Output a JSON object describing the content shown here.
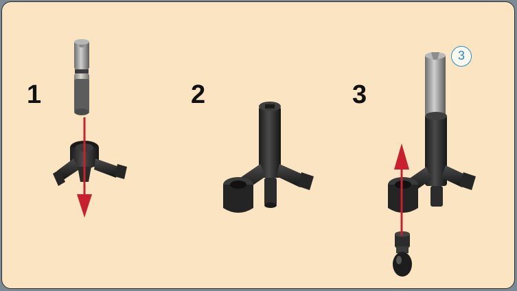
{
  "steps": [
    {
      "number": "1"
    },
    {
      "number": "2"
    },
    {
      "number": "3"
    }
  ],
  "quantity_badge": "3",
  "colors": {
    "panel_background": "#fbe4c2",
    "panel_border": "#2b2b2b",
    "outer_background": "#7c8a95",
    "arrow": "#c8202e",
    "badge": "#1f8fd0",
    "part_dark": "#2a2a2a",
    "part_gray": "#9a9a9a"
  },
  "icons": {
    "step_1_direction": "arrow-down-icon",
    "step_3_direction": "arrow-up-icon"
  }
}
